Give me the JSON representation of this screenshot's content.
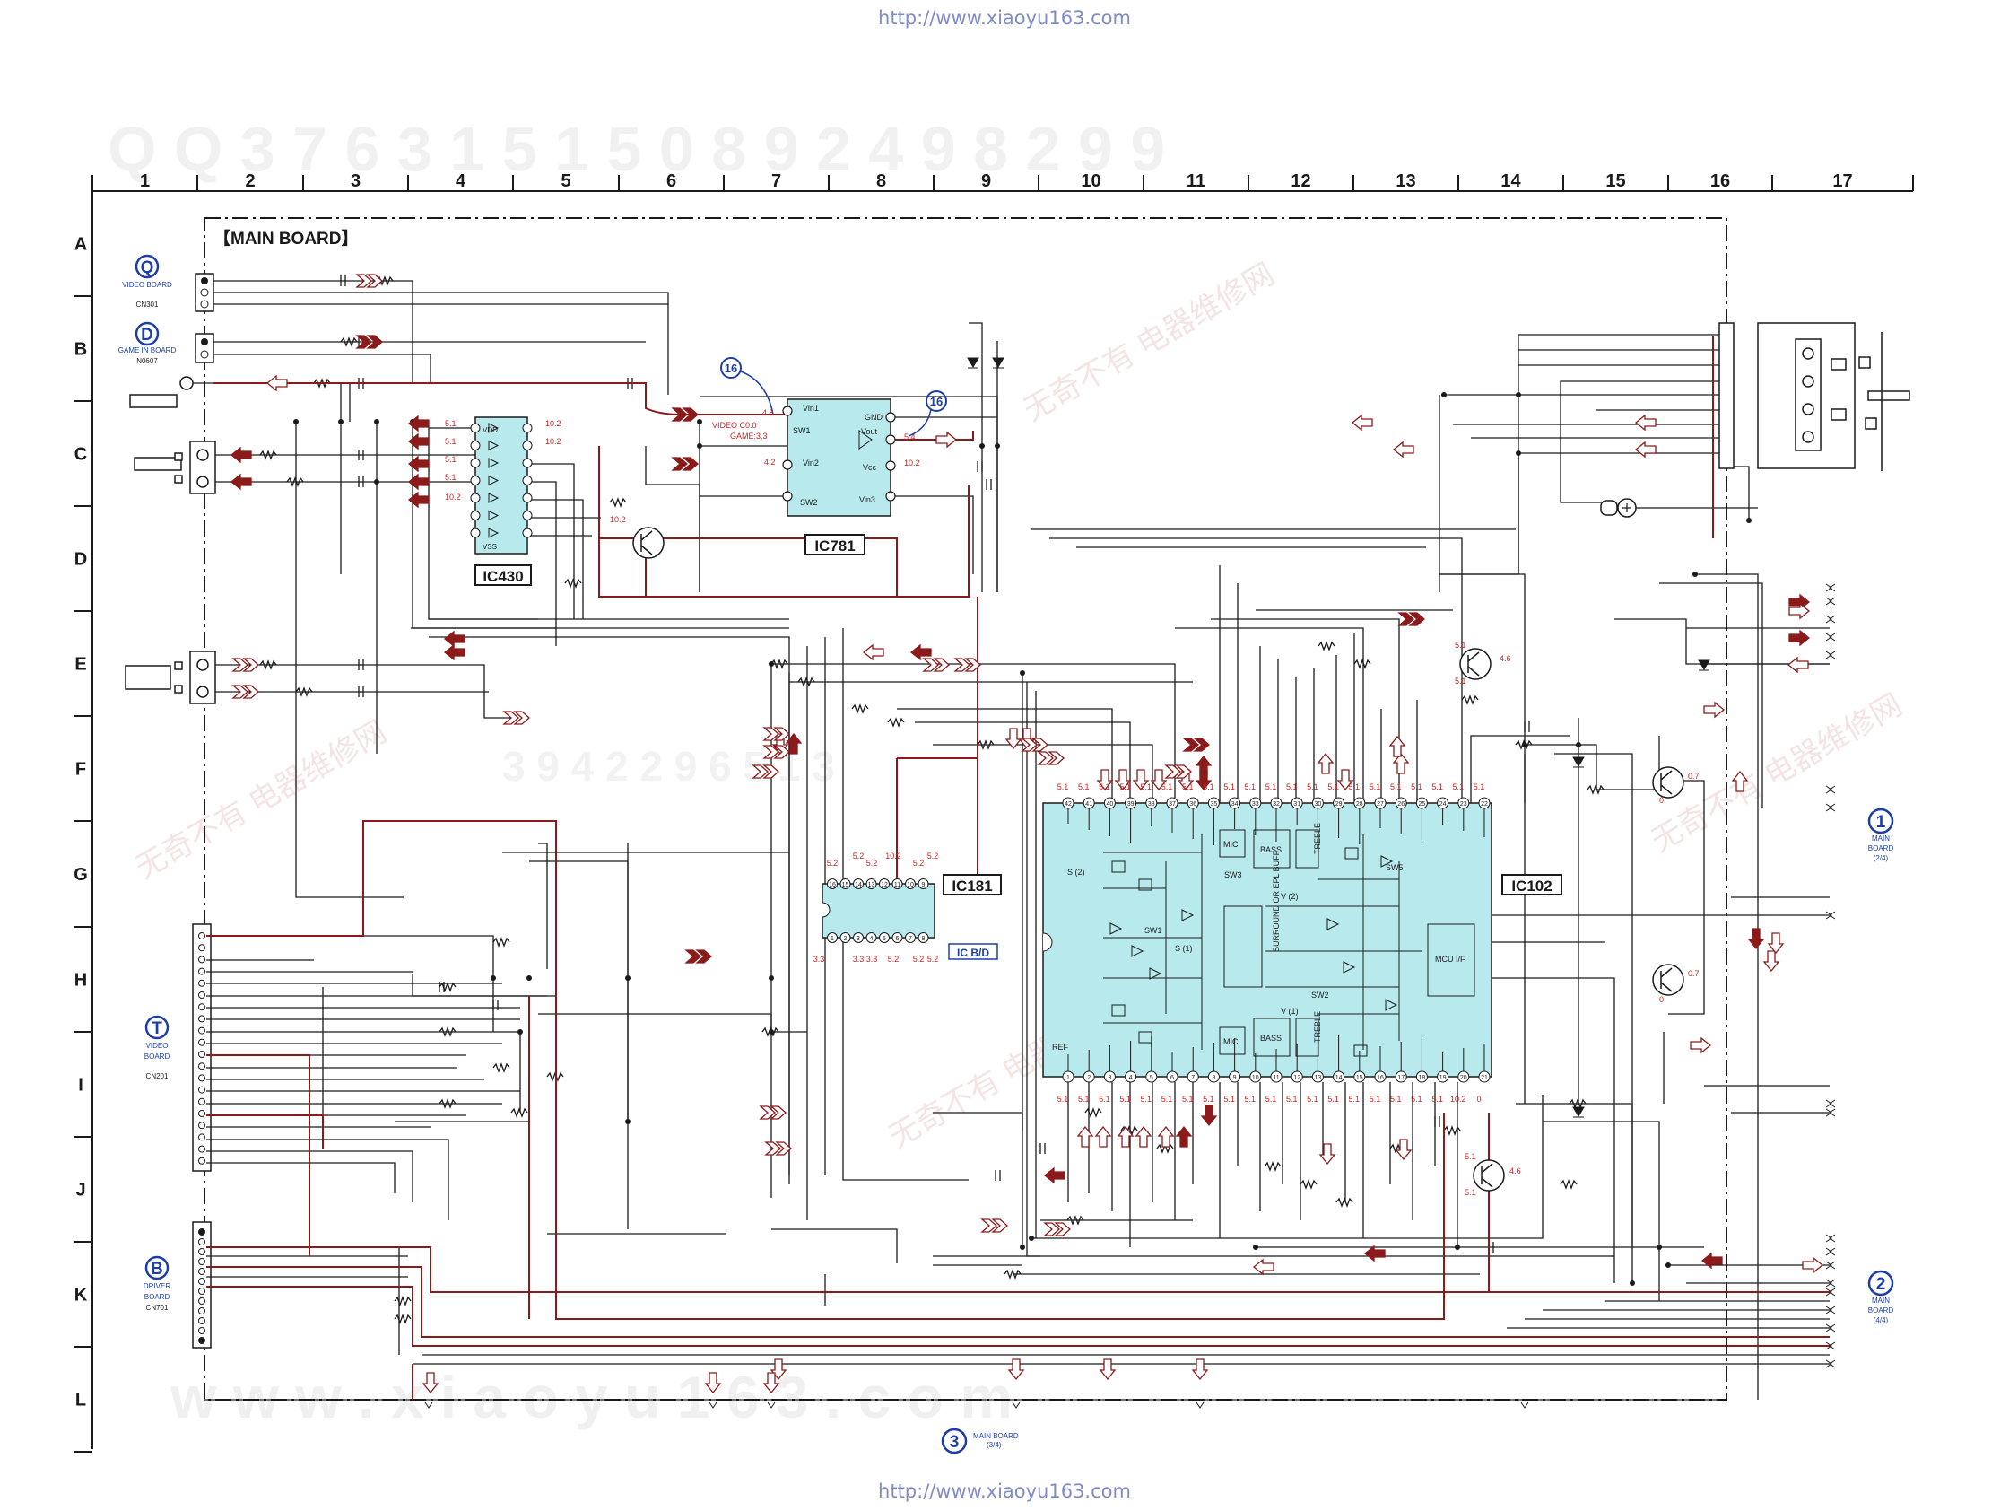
{
  "header_url": "http://www.xiaoyu163.com",
  "footer_url": "http://www.xiaoyu163.com",
  "board_title": "【MAIN BOARD】",
  "columns": [
    "1",
    "2",
    "3",
    "4",
    "5",
    "6",
    "7",
    "8",
    "9",
    "10",
    "11",
    "12",
    "13",
    "14",
    "15",
    "16",
    "17"
  ],
  "rows": [
    "A",
    "B",
    "C",
    "D",
    "E",
    "F",
    "G",
    "H",
    "I",
    "J",
    "K",
    "L"
  ],
  "watermark_top": "Q Q 3 7 6 3 1 5 1 5 0   8 9 2 4 9 8 2 9 9",
  "watermark_bottom": "w w w . x i a o y u 1 6 3 . c o m",
  "watermark_mid": "3 9 4 2 2 9 6 5 1 3",
  "watermark_cn": "无奇不有 电器维修网",
  "connectors": {
    "Q": {
      "badge": "Q",
      "line1": "VIDEO BOARD",
      "line2": "CN301"
    },
    "D": {
      "badge": "D",
      "line1": "GAME IN BOARD",
      "line2": "N0607"
    },
    "T": {
      "badge": "T",
      "line1": "VIDEO",
      "line2": "BOARD",
      "line3": "CN201"
    },
    "B": {
      "badge": "B",
      "line1": "DRIVER",
      "line2": "BOARD",
      "line3": "CN701"
    },
    "R1": {
      "badge": "1",
      "line1": "MAIN",
      "line2": "BOARD",
      "line3": "(2/4)"
    },
    "R2": {
      "badge": "2",
      "line1": "MAIN",
      "line2": "BOARD",
      "line3": "(4/4)"
    },
    "R3": {
      "badge": "3",
      "line1": "MAIN BOARD",
      "line2": "(3/4)"
    },
    "ref16a": "16",
    "ref16b": "16"
  },
  "ics": {
    "ic430": "IC430",
    "ic781": "IC781",
    "ic181": "IC181",
    "ic102": "IC102",
    "icbd": "IC B/D"
  },
  "ic781_pins": {
    "vin1": "Vin1",
    "vin2": "Vin2",
    "vin3": "Vin3",
    "gnd": "GND",
    "vout": "Vout",
    "vcc": "Vcc",
    "sw1": "SW1",
    "sw2": "SW2"
  },
  "ic781_labels": {
    "video": "VIDEO C0:0",
    "game": "GAME:3.3",
    "v48": "4.8",
    "v42": "4.2",
    "v54": "5.4",
    "v102": "10.2"
  },
  "ic430_labels": {
    "vdd": "VDD",
    "vss": "VSS"
  },
  "ic430_volts": [
    "5.1",
    "5.1",
    "5.1",
    "5.1",
    "10.2",
    "10.2",
    "10.2"
  ],
  "volt_10_2": "10.2",
  "ic181_top_volts": [
    "5.2",
    "5.2",
    "5.2",
    "10.2",
    "5.2",
    "5.2"
  ],
  "ic181_bottom_volts": [
    "3.3",
    "3.3",
    "3.3",
    "5.2",
    "5.2",
    "5.2"
  ],
  "ic181_top_pins": [
    "16",
    "15",
    "14",
    "13",
    "12",
    "11",
    "10",
    "9"
  ],
  "ic181_bottom_pins": [
    "1",
    "2",
    "3",
    "4",
    "5",
    "6",
    "7",
    "8"
  ],
  "ic102_top_pins": [
    "42",
    "41",
    "40",
    "39",
    "38",
    "37",
    "36",
    "35",
    "34",
    "33",
    "32",
    "31",
    "30",
    "29",
    "28",
    "27",
    "26",
    "25",
    "24",
    "23",
    "22"
  ],
  "ic102_bottom_pins": [
    "1",
    "2",
    "3",
    "4",
    "5",
    "6",
    "7",
    "8",
    "9",
    "10",
    "11",
    "12",
    "13",
    "14",
    "15",
    "16",
    "17",
    "18",
    "19",
    "20",
    "21"
  ],
  "ic102_volt": "5.1",
  "ic102_volt_edge": "0",
  "ic102_blocks": {
    "mic1": "MIC",
    "bass1": "BASS",
    "treble1": "TREBLE",
    "mic2": "MIC",
    "bass2": "BASS",
    "treble2": "TREBLE",
    "surround": "SURROUND OR EPL BUFF",
    "mcu": "MCU I/F",
    "sw1": "SW1",
    "sw2": "SW2",
    "sw3": "SW3",
    "sw5": "SW5",
    "ref": "REF",
    "v2": "V (2)",
    "v1": "V (1)",
    "s2": "S (2)",
    "s1": "S (1)"
  },
  "transistor_volts": {
    "q1": "5.1",
    "q1b": "4.6",
    "q1c": "5.1",
    "q2": "0.7",
    "q2b": "0",
    "q3": "0.7",
    "q3b": "0",
    "q4": "5.1",
    "q4b": "4.6",
    "q4c": "5.1"
  },
  "colors": {
    "wire": "#1a1a1a",
    "signal": "#8b1a1a",
    "arrow": "#8b1a1a",
    "ic_fill": "#b8e9ec",
    "badge": "#1d3ea8",
    "volt": "#cc2222",
    "grid": "#1a1a1a"
  }
}
